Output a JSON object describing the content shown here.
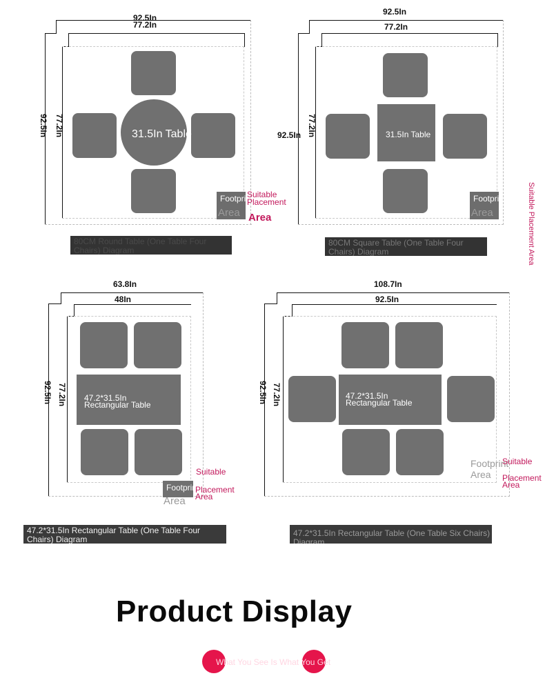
{
  "diagrams": [
    {
      "outer_width": "92.5In",
      "inner_width": "77.2In",
      "outer_height": "92.5In",
      "inner_height": "77.2In",
      "table_label": "31.5In Table",
      "footprint_text": "Footprint",
      "area_text": "Area",
      "suitable_line1": "Suitable",
      "suitable_line2": "Placement",
      "suitable_line3": "Area",
      "caption": "80CM Round Table (One Table Four Chairs) Diagram"
    },
    {
      "outer_width": "92.5In",
      "inner_width": "77.2In",
      "outer_height": "92.5In",
      "inner_height": "77.2In",
      "table_label": "31.5In Table",
      "footprint_text": "Footprint",
      "area_text": "Area",
      "suitable_vertical": "Suitable Placement Area",
      "caption": "80CM Square Table (One Table Four Chairs) Diagram"
    },
    {
      "outer_width": "63.8In",
      "inner_width": "48In",
      "outer_height": "92.5In",
      "inner_height": "77.2In",
      "table_line1": "47.2*31.5In",
      "table_line2": "Rectangular Table",
      "footprint_text": "Footprint",
      "area_text": "Area",
      "suitable_line1": "Suitable",
      "suitable_line2": "Placement",
      "suitable_line3": "Area",
      "caption": "47.2*31.5In Rectangular Table (One Table Four Chairs) Diagram"
    },
    {
      "outer_width": "108.7In",
      "inner_width": "92.5In",
      "outer_height": "92.5In",
      "inner_height": "77.2In",
      "table_line1": "47.2*31.5In",
      "table_line2": "Rectangular Table",
      "footprint_text": "Footprint",
      "area_text": "Area",
      "suitable_line1": "Suitable",
      "suitable_line2": "Placement",
      "suitable_line3": "Area",
      "caption": "47.2*31.5In Rectangular Table (One Table Six Chairs) Diagram"
    }
  ],
  "headline": "Product Display",
  "slogan": "What You See Is What You Get",
  "colors": {
    "furniture": "#707070",
    "accent": "#c2185b",
    "slogan_dot": "#e5154b"
  }
}
